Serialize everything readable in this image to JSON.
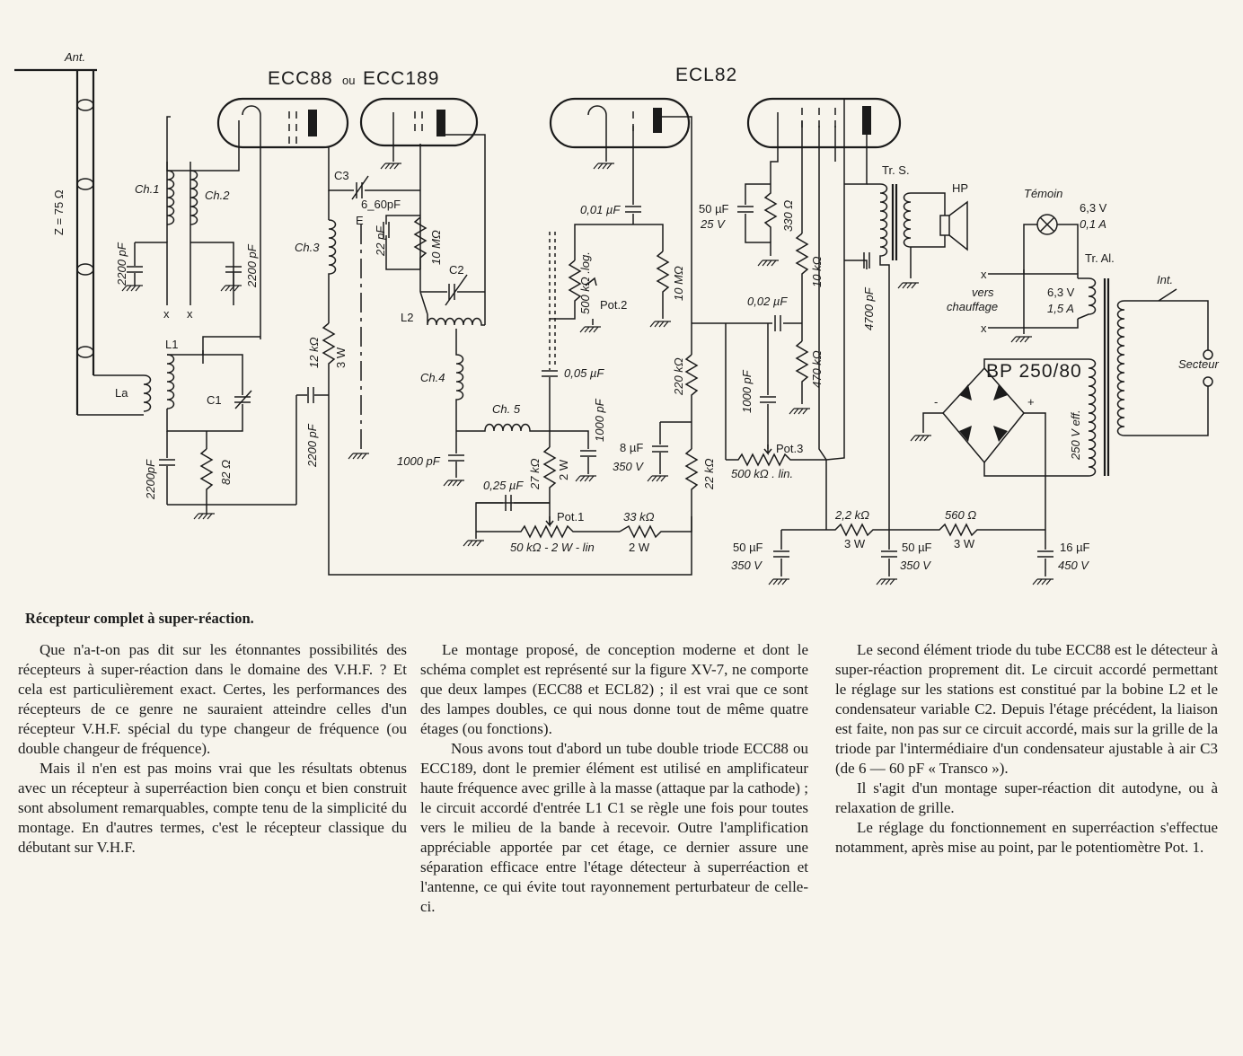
{
  "schematic": {
    "tubes": {
      "tube1": "ECC88",
      "connector": "ou",
      "tube2": "ECC189",
      "tube3": "ECL82"
    },
    "labels": {
      "ant": "Ant.",
      "impedance": "Z = 75 Ω",
      "ch1": "Ch.1",
      "ch2": "Ch.2",
      "c_2200_a": "2200 pF",
      "c_2200_b": "2200 pF",
      "x_a": "x",
      "x_b": "x",
      "l1": "L1",
      "la": "La",
      "c1": "C1",
      "c_2200_c": "2200pF",
      "r_82": "82 Ω",
      "c3": "C3",
      "c3_val": "6_60pF",
      "ch3": "Ch.3",
      "e": "E",
      "r_12k": "12 kΩ",
      "r_12k_w": "3 W",
      "c_2200_d": "2200 pF",
      "c_22p": "22 pF",
      "r_10m_a": "10 MΩ",
      "c2": "C2",
      "l2": "L2",
      "ch4": "Ch.4",
      "c_1000_a": "1000 pF",
      "ch5": "Ch. 5",
      "c_1000_b": "1000 pF",
      "c_005": "0,05 µF",
      "r_27k": "27 kΩ",
      "r_27k_w": "2 W",
      "c_025": "0,25 µF",
      "pot1": "Pot.1",
      "pot1_val": "50 kΩ - 2 W - lin",
      "r_33k": "33 kΩ",
      "r_33k_w": "2 W",
      "c_001": "0,01 µF",
      "pot2_val": "500 kΩ .log.",
      "pot2": "Pot.2",
      "r_10m_b": "10 MΩ",
      "c_8": "8 µF",
      "c_8_v": "350 V",
      "r_220k": "220 kΩ",
      "r_22k": "22 kΩ",
      "c_50_a": "50 µF",
      "c_50_a_v": "25 V",
      "r_330": "330 Ω",
      "c_002": "0,02 µF",
      "r_10k": "10 kΩ",
      "c_1000_c": "1000 pF",
      "r_470k": "470 kΩ",
      "pot3": "Pot.3",
      "pot3_val": "500 kΩ . lin.",
      "tr_s": "Tr. S.",
      "hp": "HP",
      "c_4700": "4700 pF",
      "c_50_b": "50 µF",
      "c_50_b_v": "350 V",
      "r_2_2k": "2,2 kΩ",
      "r_2_2k_w": "3 W",
      "c_50_c": "50 µF",
      "c_50_c_v": "350 V",
      "r_560": "560 Ω",
      "r_560_w": "3 W",
      "c_16": "16 µF",
      "c_16_v": "450 V",
      "temoin": "Témoin",
      "lamp_v": "6,3 V",
      "lamp_a": "0,1 A",
      "tr_al": "Tr. Al.",
      "int": "Int.",
      "vers": "vers",
      "chauffage": "chauffage",
      "heat_v": "6,3 V",
      "heat_a": "1,5 A",
      "x_c": "x",
      "x_d": "x",
      "secteur": "Secteur",
      "bridge": "BP 250/80",
      "v_250": "250 V eff.",
      "plus": "+",
      "minus": "-"
    }
  },
  "caption": "Récepteur complet à super-réaction.",
  "columns": [
    [
      "Que n'a-t-on pas dit sur les étonnantes possibilités des récepteurs à super-réaction dans le domaine des V.H.F. ? Et cela est particulièrement exact. Certes, les performances des récepteurs de ce genre ne sauraient atteindre celles d'un récepteur V.H.F. spécial du type changeur de fréquence (ou double changeur de fréquence).",
      "Mais il n'en est pas moins vrai que les résultats obtenus avec un récepteur à superréaction bien conçu et bien construit sont absolument remarquables, compte tenu de la simplicité du montage. En d'autres termes, c'est le récepteur classique du débutant sur V.H.F."
    ],
    [
      "Le montage proposé, de conception moderne et dont le schéma complet est représenté sur la figure XV-7, ne comporte que deux lampes (ECC88 et ECL82) ; il est vrai que ce sont des lampes doubles, ce qui nous donne tout de même quatre étages (ou fonctions).",
      "Nous avons tout d'abord un tube double triode ECC88 ou ECC189, dont le premier élément est utilisé en amplificateur haute fréquence avec grille à la masse (attaque par la cathode) ; le circuit accordé d'entrée L1 C1 se règle une fois pour toutes vers le milieu de la bande à recevoir. Outre l'amplification appréciable apportée par cet étage, ce dernier assure une séparation efficace entre l'étage détecteur à superréaction et l'antenne, ce qui évite tout rayonnement perturbateur de celle-ci."
    ],
    [
      "Le second élément triode du tube ECC88 est le détecteur à super-réaction proprement dit. Le circuit accordé permettant le réglage sur les stations est constitué par la bobine L2 et le condensateur variable C2. Depuis l'étage précédent, la liaison est faite, non pas sur ce circuit accordé, mais sur la grille de la triode par l'intermédiaire d'un condensateur ajustable à air C3 (de 6 — 60 pF « Transco »).",
      "Il s'agit d'un montage super-réaction dit autodyne, ou à relaxation de grille.",
      "Le réglage du fonctionnement en superréaction s'effectue notamment, après mise au point, par le potentiomètre Pot. 1."
    ]
  ]
}
